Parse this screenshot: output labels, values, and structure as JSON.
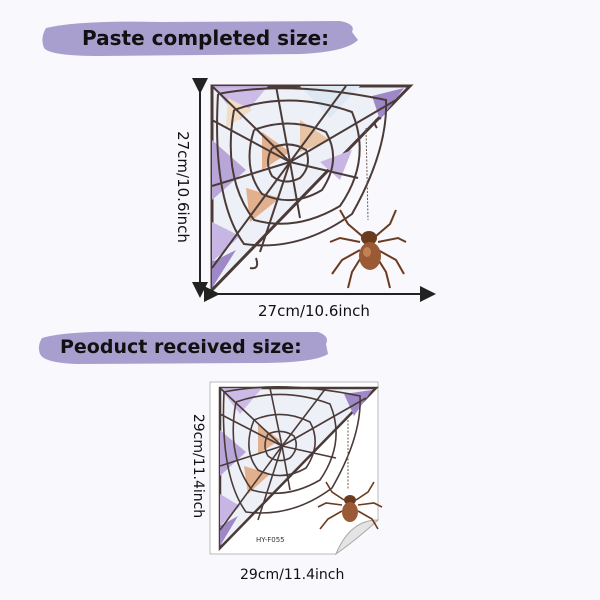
{
  "completed": {
    "heading": "Paste completed size:",
    "width_label": "27cm/10.6inch",
    "height_label": "27cm/10.6inch"
  },
  "received": {
    "heading": "Peoduct received size:",
    "width_label": "29cm/11.4inch",
    "height_label": "29cm/11.4inch",
    "product_code": "HY-F055"
  },
  "colors": {
    "banner": "#a99fcf",
    "web_line": "#4a3b38",
    "lavender": "#b9a6d8",
    "orange": "#e2b08c",
    "spider": "#9a5a35"
  },
  "icons": [
    "spider-icon",
    "spiderweb-icon",
    "peel-corner-icon"
  ]
}
